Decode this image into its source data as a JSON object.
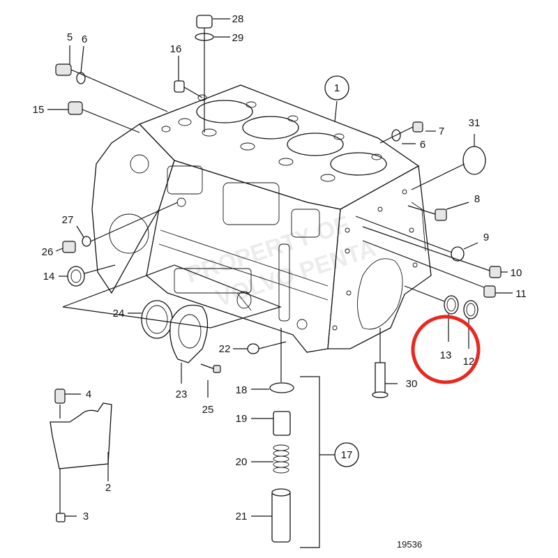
{
  "callouts": [
    {
      "id": "c1",
      "text": "1"
    },
    {
      "id": "c2",
      "text": "2"
    },
    {
      "id": "c3",
      "text": "3"
    },
    {
      "id": "c4",
      "text": "4"
    },
    {
      "id": "c5",
      "text": "5"
    },
    {
      "id": "c6a",
      "text": "6"
    },
    {
      "id": "c6b",
      "text": "6"
    },
    {
      "id": "c7",
      "text": "7"
    },
    {
      "id": "c8",
      "text": "8"
    },
    {
      "id": "c9",
      "text": "9"
    },
    {
      "id": "c10",
      "text": "10"
    },
    {
      "id": "c11",
      "text": "11"
    },
    {
      "id": "c12",
      "text": "12"
    },
    {
      "id": "c13",
      "text": "13"
    },
    {
      "id": "c14",
      "text": "14"
    },
    {
      "id": "c15",
      "text": "15"
    },
    {
      "id": "c16",
      "text": "16"
    },
    {
      "id": "c17",
      "text": "17"
    },
    {
      "id": "c18",
      "text": "18"
    },
    {
      "id": "c19",
      "text": "19"
    },
    {
      "id": "c20",
      "text": "20"
    },
    {
      "id": "c21",
      "text": "21"
    },
    {
      "id": "c22",
      "text": "22"
    },
    {
      "id": "c23",
      "text": "23"
    },
    {
      "id": "c24",
      "text": "24"
    },
    {
      "id": "c25",
      "text": "25"
    },
    {
      "id": "c26",
      "text": "26"
    },
    {
      "id": "c27",
      "text": "27"
    },
    {
      "id": "c28",
      "text": "28"
    },
    {
      "id": "c29",
      "text": "29"
    },
    {
      "id": "c30",
      "text": "30"
    },
    {
      "id": "c31",
      "text": "31"
    }
  ],
  "drawing_number": "19536",
  "watermark": [
    "PROPERTY OF",
    "VOLVO PENTA"
  ],
  "highlight": {
    "color": "#e8281e",
    "marks": [
      "12",
      "13"
    ]
  }
}
